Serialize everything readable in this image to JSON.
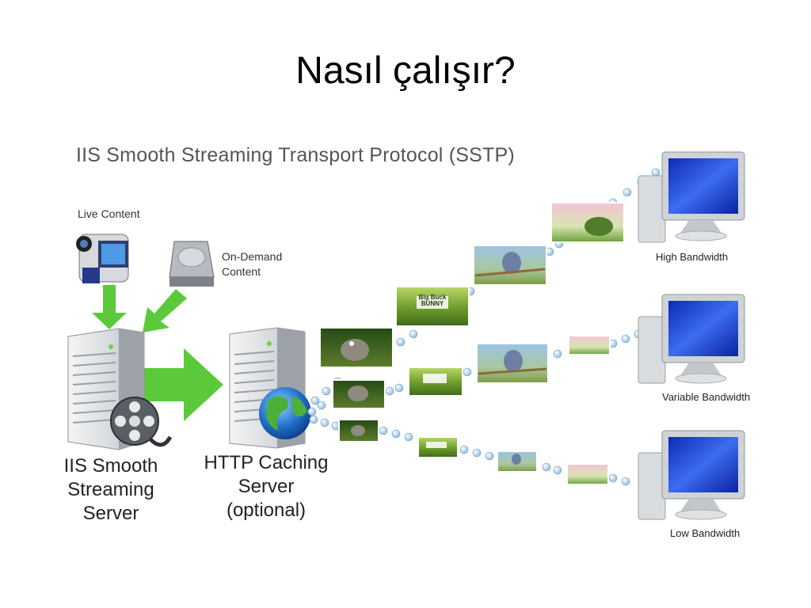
{
  "slide": {
    "title": "Nasıl çalışır?"
  },
  "diagram": {
    "title": "IIS Smooth Streaming Transport Protocol (SSTP)",
    "live_content": "Live Content",
    "on_demand_line1": "On-Demand",
    "on_demand_line2": "Content",
    "server_line1": "IIS Smooth",
    "server_line2": "Streaming",
    "server_line3": "Server",
    "cache_line1": "HTTP Caching",
    "cache_line2": "Server",
    "cache_line3": "(optional)",
    "client_high": "High Bandwidth",
    "client_variable": "Variable Bandwidth",
    "client_low": "Low Bandwidth",
    "frame_text_line1": "Big Buck",
    "frame_text_line2": "BUNNY"
  },
  "colors": {
    "arrow_green": "#5cc93a",
    "server_gray": "#c9ccd0",
    "screen_blue": "#1d3fd6",
    "dot_blue": "#a7cbe6"
  }
}
